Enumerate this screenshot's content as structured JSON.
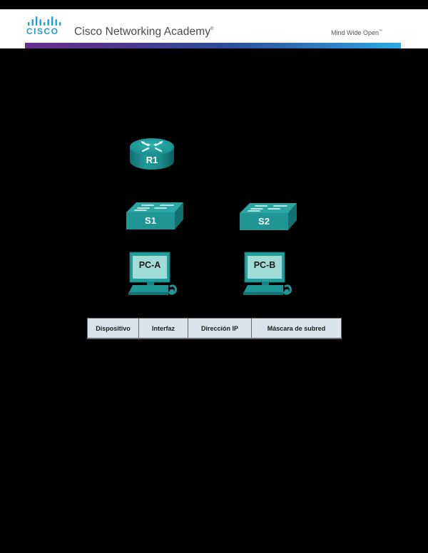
{
  "header": {
    "logo_text": "CISCO",
    "title": "Cisco Networking Academy",
    "title_mark": "®",
    "tagline": "Mind Wide Open",
    "tagline_mark": "™",
    "brand_gradient": [
      "#6a2c91",
      "#2a4f9c",
      "#2aaae2"
    ],
    "logo_color": "#1ba0d7"
  },
  "topology": {
    "device_color": "#1f9a9a",
    "devices": [
      {
        "id": "R1",
        "type": "router",
        "label": "R1"
      },
      {
        "id": "S1",
        "type": "switch",
        "label": "S1"
      },
      {
        "id": "S2",
        "type": "switch",
        "label": "S2"
      },
      {
        "id": "PC-A",
        "type": "pc",
        "label": "PC-A"
      },
      {
        "id": "PC-B",
        "type": "pc",
        "label": "PC-B"
      }
    ]
  },
  "addressing_table": {
    "columns": [
      "Dispositivo",
      "Interfaz",
      "Dirección IP",
      "Máscara de subred"
    ],
    "header_fill": "#dbe3ee",
    "rows": []
  }
}
